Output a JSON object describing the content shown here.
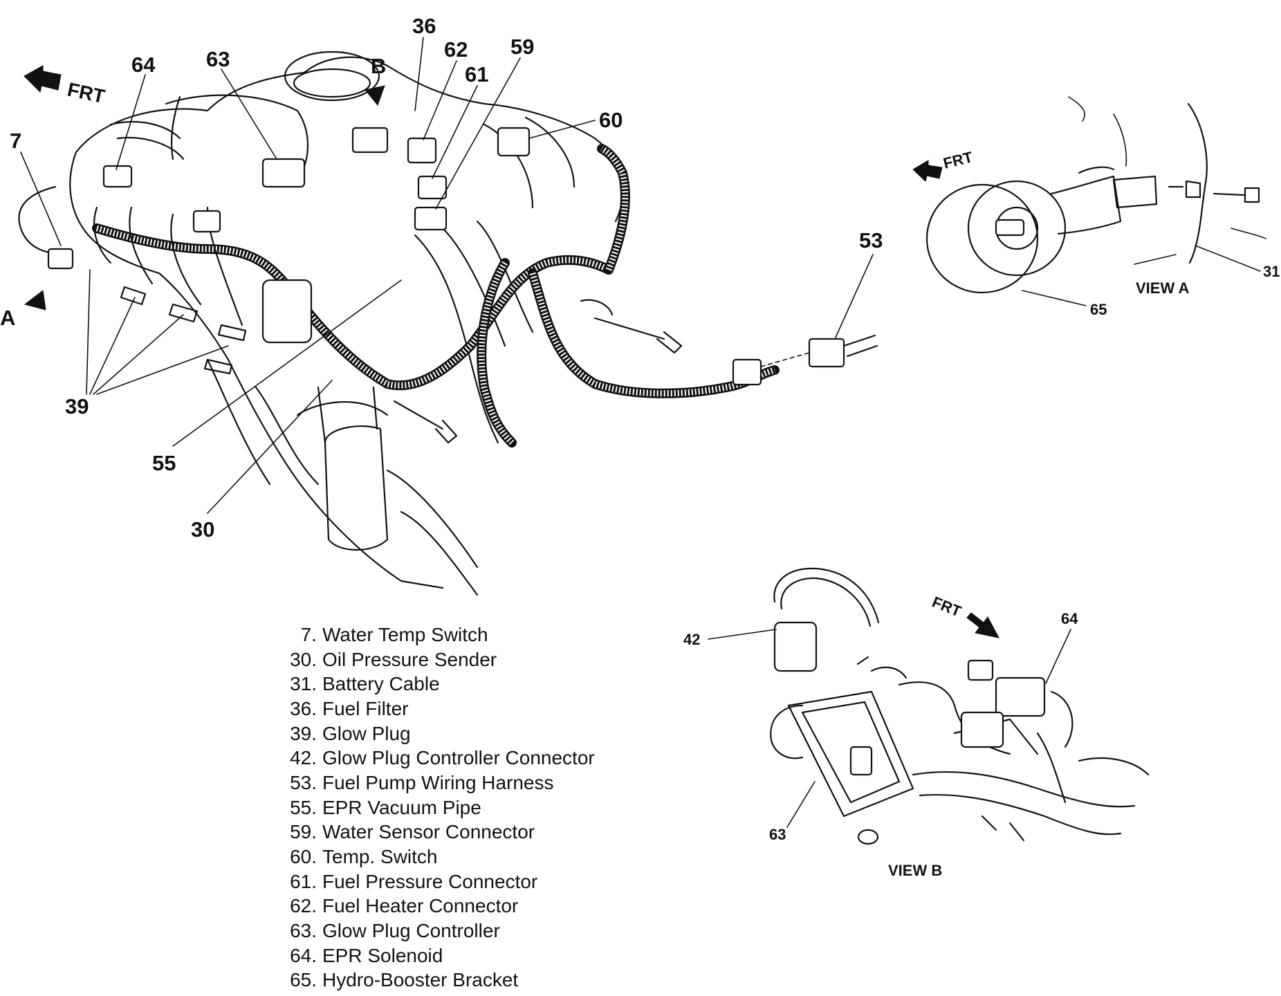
{
  "main_view": {
    "direction_label": "FRT",
    "view_marker_a": "A",
    "view_marker_b": "B",
    "callouts": [
      "7",
      "64",
      "63",
      "36",
      "62",
      "61",
      "59",
      "60",
      "53",
      "39",
      "55",
      "30"
    ]
  },
  "view_a": {
    "title": "VIEW A",
    "direction_label": "FRT",
    "callouts": [
      "31",
      "65"
    ]
  },
  "view_b": {
    "title": "VIEW B",
    "direction_label": "FRT",
    "callouts": [
      "42",
      "64",
      "63"
    ]
  },
  "legend": [
    {
      "num": "7.",
      "text": "Water Temp Switch"
    },
    {
      "num": "30.",
      "text": "Oil Pressure Sender"
    },
    {
      "num": "31.",
      "text": "Battery Cable"
    },
    {
      "num": "36.",
      "text": "Fuel Filter"
    },
    {
      "num": "39.",
      "text": "Glow Plug"
    },
    {
      "num": "42.",
      "text": "Glow Plug Controller Connector"
    },
    {
      "num": "53.",
      "text": "Fuel Pump Wiring Harness"
    },
    {
      "num": "55.",
      "text": "EPR Vacuum Pipe"
    },
    {
      "num": "59.",
      "text": "Water Sensor Connector"
    },
    {
      "num": "60.",
      "text": "Temp. Switch"
    },
    {
      "num": "61.",
      "text": "Fuel Pressure Connector"
    },
    {
      "num": "62.",
      "text": "Fuel Heater Connector"
    },
    {
      "num": "63.",
      "text": "Glow Plug Controller"
    },
    {
      "num": "64.",
      "text": "EPR Solenoid"
    },
    {
      "num": "65.",
      "text": "Hydro-Booster Bracket"
    }
  ]
}
